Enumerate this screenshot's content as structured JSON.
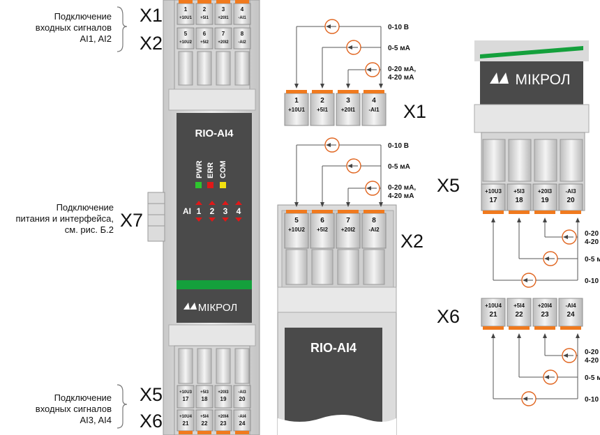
{
  "left_labels": {
    "top_group": [
      "Подключение",
      "входных сигналов",
      "AI1, AI2"
    ],
    "mid_group": [
      "Подключение",
      "питания и интерфейса,",
      "см. рис. Б.2"
    ],
    "bottom_group": [
      "Подключение",
      "входных сигналов",
      "AI3, AI4"
    ]
  },
  "connectors": {
    "x1": "X1",
    "x2": "X2",
    "x5": "X5",
    "x6": "X6",
    "x7": "X7"
  },
  "device": {
    "model": "RIO-AI4",
    "brand": "МIКРОЛ",
    "leds": [
      "PWR",
      "ERR",
      "COM"
    ],
    "led_colors": [
      "#2ec62e",
      "#e01818",
      "#f2e010"
    ],
    "ai_label": "AI",
    "channels": [
      "1",
      "2",
      "3",
      "4"
    ]
  },
  "terminals": {
    "x1": [
      {
        "num": "1",
        "sig": "+10U1"
      },
      {
        "num": "2",
        "sig": "+5I1"
      },
      {
        "num": "3",
        "sig": "+20I1"
      },
      {
        "num": "4",
        "sig": "-AI1"
      }
    ],
    "x2": [
      {
        "num": "5",
        "sig": "+10U2"
      },
      {
        "num": "6",
        "sig": "+5I2"
      },
      {
        "num": "7",
        "sig": "+20I2"
      },
      {
        "num": "8",
        "sig": "-AI2"
      }
    ],
    "x5": [
      {
        "num": "17",
        "sig": "+10U3"
      },
      {
        "num": "18",
        "sig": "+5I3"
      },
      {
        "num": "19",
        "sig": "+20I3"
      },
      {
        "num": "20",
        "sig": "-AI3"
      }
    ],
    "x6": [
      {
        "num": "21",
        "sig": "+10U4"
      },
      {
        "num": "22",
        "sig": "+5I4"
      },
      {
        "num": "23",
        "sig": "+20I4"
      },
      {
        "num": "24",
        "sig": "-AI4"
      }
    ]
  },
  "signals": {
    "v": "0-10 В",
    "ma5": "0-5 мА",
    "ma20_line1": "0-20 мА,",
    "ma20_line2": "4-20 мА"
  },
  "colors": {
    "terminal_orange": "#f07a1e",
    "panel_dark": "#4a4a4a",
    "stripe_green": "#14a03c",
    "body_light": "#e2e2e2",
    "arrow_red": "#e01818",
    "source_circle": "#e0641e"
  }
}
